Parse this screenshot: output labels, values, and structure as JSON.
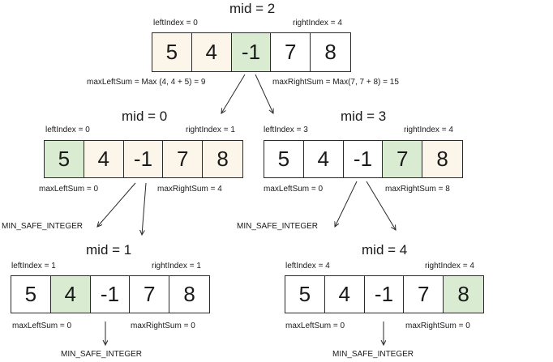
{
  "nodes": [
    {
      "id": "root",
      "mid": "mid = 2",
      "left_index": "leftIndex = 0",
      "right_index": "rightIndex = 4",
      "cells": [
        "5",
        "4",
        "-1",
        "7",
        "8"
      ],
      "highlight": [
        2
      ],
      "cream": [
        0,
        1
      ],
      "max_left_sum": "maxLeftSum = Max (4, 4 + 5)  = 9",
      "max_right_sum": "maxRightSum = Max(7, 7 + 8) = 15"
    },
    {
      "id": "left",
      "mid": "mid = 0",
      "left_index": "leftIndex = 0",
      "right_index": "rightIndex = 1",
      "cells": [
        "5",
        "4",
        "-1",
        "7",
        "8"
      ],
      "highlight": [
        0
      ],
      "cream": [
        1,
        2,
        3,
        4
      ],
      "max_left_sum": "maxLeftSum  = 0",
      "max_right_sum": "maxRightSum = 4",
      "result": "MIN_SAFE_INTEGER"
    },
    {
      "id": "right",
      "mid": "mid = 3",
      "left_index": "leftIndex = 3",
      "right_index": "rightIndex = 4",
      "cells": [
        "5",
        "4",
        "-1",
        "7",
        "8"
      ],
      "highlight": [
        3
      ],
      "cream": [
        4
      ],
      "max_left_sum": "maxLeftSum = 0",
      "max_right_sum": "maxRightSum = 8",
      "result": "MIN_SAFE_INTEGER"
    },
    {
      "id": "left-left",
      "mid": "mid = 1",
      "left_index": "leftIndex = 1",
      "right_index": "rightIndex = 1",
      "cells": [
        "5",
        "4",
        "-1",
        "7",
        "8"
      ],
      "highlight": [
        1
      ],
      "cream": [],
      "max_left_sum": "maxLeftSum = 0",
      "max_right_sum": "maxRightSum = 0",
      "result": "MIN_SAFE_INTEGER"
    },
    {
      "id": "right-right",
      "mid": "mid = 4",
      "left_index": "leftIndex = 4",
      "right_index": "rightIndex = 4",
      "cells": [
        "5",
        "4",
        "-1",
        "7",
        "8"
      ],
      "highlight": [
        4
      ],
      "cream": [],
      "max_left_sum": "maxLeftSum = 0",
      "max_right_sum": "maxRightSum = 0",
      "result": "MIN_SAFE_INTEGER"
    }
  ],
  "colors": {
    "highlight": "#d9ecd1",
    "cream": "#fcf6ea",
    "stroke": "#2a2a2a"
  }
}
